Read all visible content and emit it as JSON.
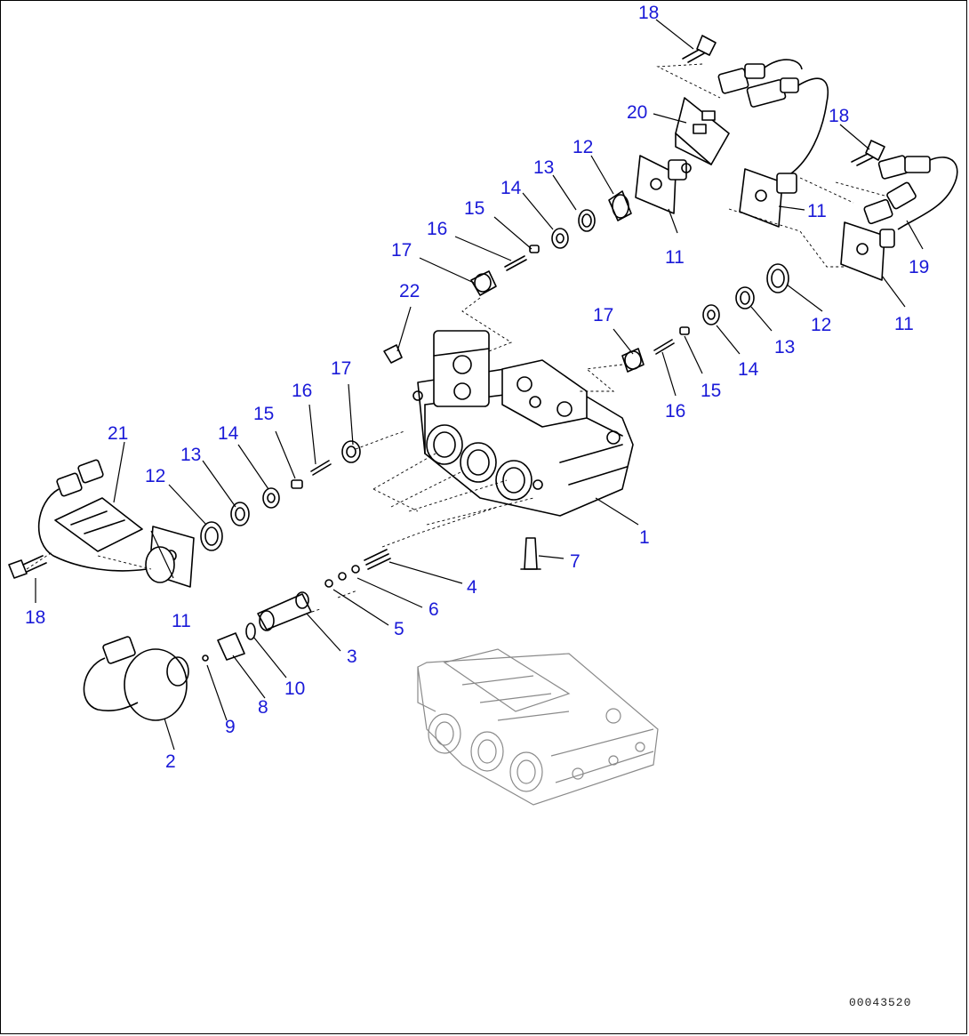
{
  "labels": {
    "l1": "1",
    "l2": "2",
    "l3": "3",
    "l4": "4",
    "l5": "5",
    "l6": "6",
    "l7": "7",
    "l8": "8",
    "l9": "9",
    "l10": "10",
    "l11a": "11",
    "l11b": "11",
    "l11c": "11",
    "l11d": "11",
    "l12a": "12",
    "l12b": "12",
    "l12c": "12",
    "l13a": "13",
    "l13b": "13",
    "l13c": "13",
    "l14a": "14",
    "l14b": "14",
    "l14c": "14",
    "l15a": "15",
    "l15b": "15",
    "l15c": "15",
    "l16a": "16",
    "l16b": "16",
    "l16c": "16",
    "l17a": "17",
    "l17b": "17",
    "l17c": "17",
    "l18a": "18",
    "l18b": "18",
    "l18c": "18",
    "l19": "19",
    "l20": "20",
    "l21": "21",
    "l22": "22"
  },
  "figure_code": "00043520",
  "colors": {
    "label": "#1a1ad8",
    "line": "#000000"
  }
}
